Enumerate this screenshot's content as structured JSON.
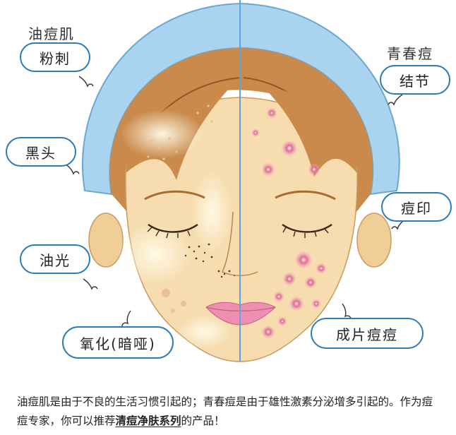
{
  "labels": {
    "heading_left": "油痘肌",
    "heading_right": "青春痘",
    "bubble_fenci": "粉刺",
    "bubble_jiejie": "结节",
    "bubble_heitou": "黑头",
    "bubble_douyin": "痘印",
    "bubble_youguang": "油光",
    "bubble_yanghua": "氧化(暗哑)",
    "bubble_chengpian": "成片痘痘"
  },
  "caption": {
    "part1": "油痘肌是由于不良的生活习惯引起的；青春痘是由于雄性激素分泌增多引起的。作为痘痘专家，你可以推荐",
    "highlight": "清痘净肤系列",
    "part2": "的产品！"
  },
  "colors": {
    "bubble_border": "#2c7bb8",
    "headband": "#a9d3ee",
    "hair": "#c98a4b",
    "skin": "#f6dcae",
    "acne": "#e06a9a",
    "divider": "#5aa6e0"
  }
}
